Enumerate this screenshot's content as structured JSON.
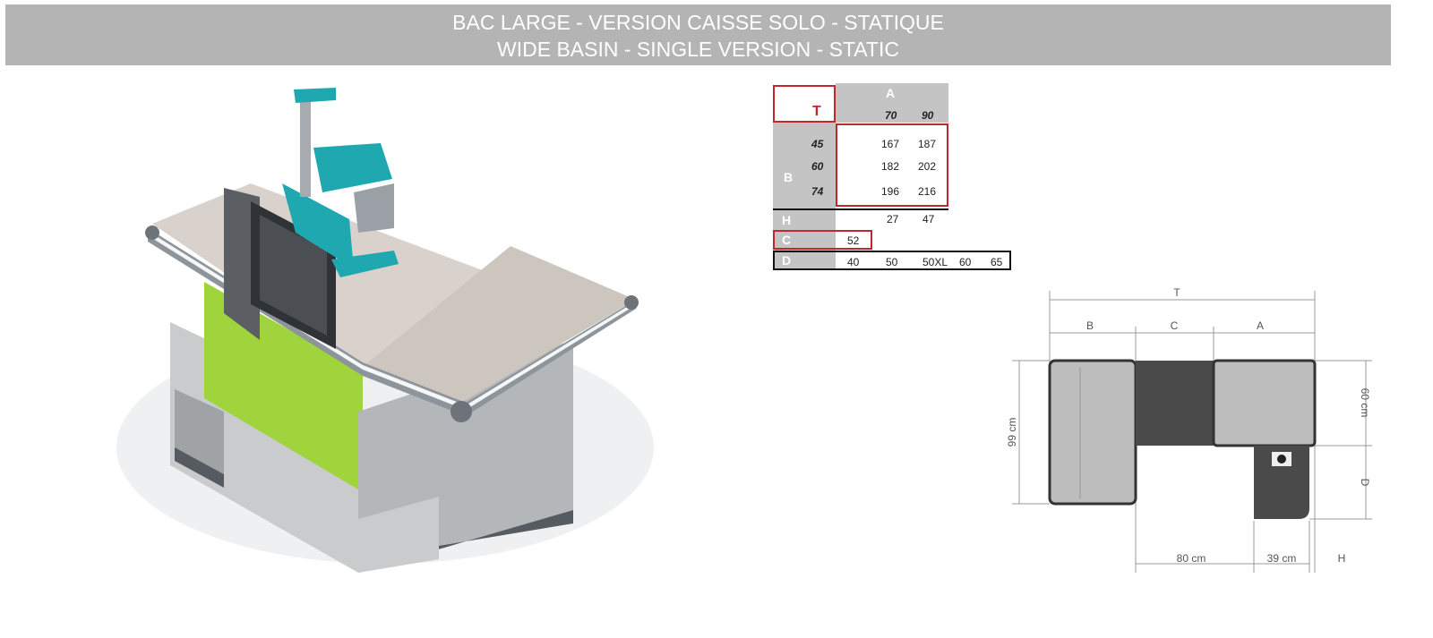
{
  "header": {
    "title_fr": "BAC LARGE - VERSION CAISSE SOLO - STATIQUE",
    "title_en": "WIDE BASIN - SINGLE VERSION - STATIC"
  },
  "table": {
    "corner": "T",
    "a_label": "A",
    "a_values": [
      "70",
      "90"
    ],
    "b_label": "B",
    "b_values": [
      "45",
      "60",
      "74"
    ],
    "t_values": [
      [
        "167",
        "187"
      ],
      [
        "182",
        "202"
      ],
      [
        "196",
        "216"
      ]
    ],
    "h_label": "H",
    "h_values": [
      "27",
      "47"
    ],
    "c_label": "C",
    "c_value": "52",
    "d_label": "D",
    "d_values": [
      "40",
      "50",
      "50XL",
      "60",
      "65"
    ]
  },
  "diagram": {
    "t": "T",
    "b": "B",
    "c": "C",
    "a": "A",
    "depth": "99 cm",
    "right_top": "60 cm",
    "d": "D",
    "bottom_left": "80 cm",
    "bottom_right": "39 cm",
    "h": "H"
  },
  "colors": {
    "header": "#b4b4b4",
    "red": "#c0282d",
    "green": "#9fd43c",
    "teal": "#1fa8b0"
  }
}
